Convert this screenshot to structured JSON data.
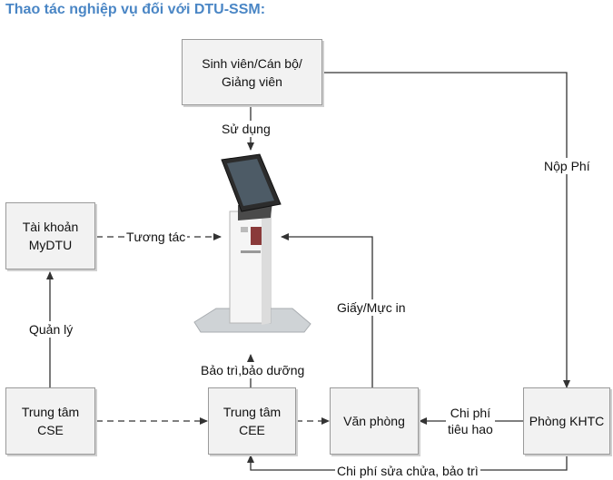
{
  "title": "Thao tác nghiệp vụ đối với DTU-SSM:",
  "nodes": {
    "users": "Sinh viên/Cán bộ/\nGiảng viên",
    "mydtu": "Tài khoản\nMyDTU",
    "cse": "Trung tâm\nCSE",
    "cee": "Trung tâm\nCEE",
    "office": "Văn phòng",
    "khtc": "Phòng KHTC"
  },
  "edges": {
    "use": "Sử dụng",
    "fee": "Nộp Phí",
    "interact": "Tương tác",
    "manage": "Quản lý",
    "paper": "Giấy/Mực in",
    "maintain": "Bảo trì,bảo dưỡng",
    "consumable_cost": "Chi phí\ntiêu hao",
    "repair_cost": "Chi phí sửa chửa, bảo trì"
  },
  "kiosk": {
    "icon": "kiosk-icon"
  },
  "colors": {
    "title": "#4a86c5",
    "box_fill": "#f2f2f2",
    "box_border": "#9a9a9a",
    "line": "#333333"
  }
}
